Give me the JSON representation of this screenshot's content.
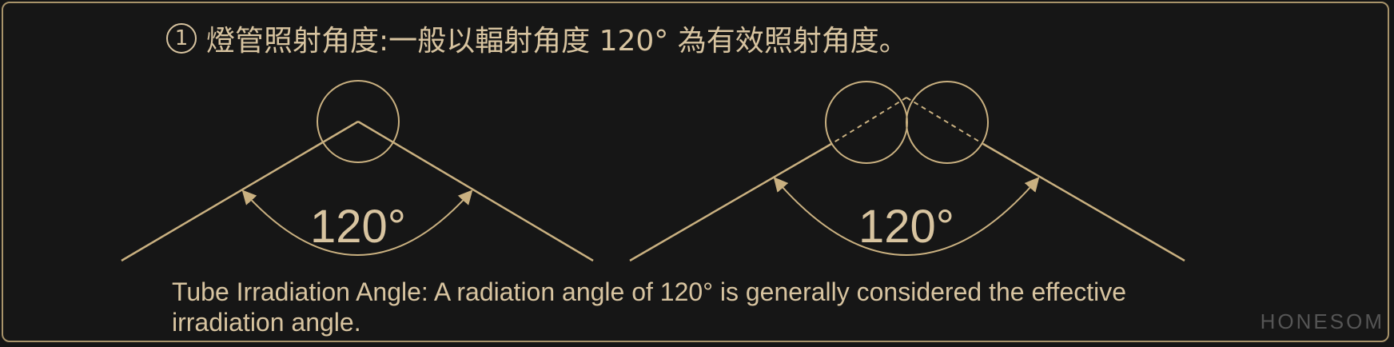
{
  "heading": {
    "number": "1",
    "text": "燈管照射角度:一般以輻射角度 120° 為有效照射角度。"
  },
  "diagrams": [
    {
      "angle_label": "120°"
    },
    {
      "angle_label": "120°"
    }
  ],
  "caption": "Tube Irradiation Angle: A radiation angle of 120° is generally considered the effective irradiation angle.",
  "watermark": "HONESOM",
  "colors": {
    "background": "#161616",
    "accent": "#d8c4a0",
    "line": "#c9b080",
    "border": "#a8936a"
  }
}
